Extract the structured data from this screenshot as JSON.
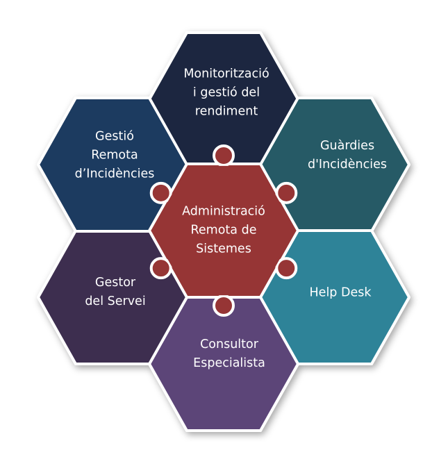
{
  "center": {
    "label": "Administració\nRemota de\nSistemes",
    "color": "#963535"
  },
  "pieces": [
    {
      "id": "monitoritzacio",
      "label": "Monitorització\ni gestió del\nrendiment",
      "color": "#1a2741"
    },
    {
      "id": "guardies",
      "label": "Guàrdies\nd'Incidències",
      "color": "#255a66"
    },
    {
      "id": "help-desk",
      "label": "Help Desk",
      "color": "#2d8398"
    },
    {
      "id": "consultor",
      "label": "Consultor\nEspecialista",
      "color": "#5b4578"
    },
    {
      "id": "gestor",
      "label": "Gestor\ndel Servei",
      "color": "#3e2e50"
    },
    {
      "id": "gestio-remota",
      "label": "Gestió\nRemota\nd’Incidències",
      "color": "#1e3a60"
    }
  ]
}
